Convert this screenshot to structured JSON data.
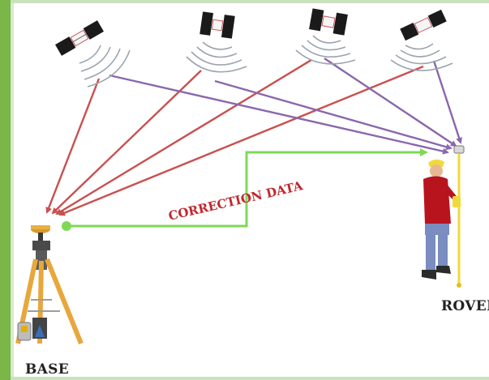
{
  "labels": {
    "base": "BASE",
    "rover": "ROVEF",
    "link": "CORRECTION DATA"
  },
  "colors": {
    "frame": "#7ab648",
    "satellite_to_base": "#c9504f",
    "satellite_to_rover": "#8a67ad",
    "correction_link": "#7ed957",
    "link_text": "#c0272d",
    "tripod": "#e8a73c",
    "rover_shirt": "#b8141e",
    "rover_pants": "#7a8cc0",
    "rover_pole": "#f2d93a"
  },
  "icons": [
    "satellite-icon",
    "signal-wave-icon",
    "tripod-icon",
    "gnss-antenna-icon",
    "surveyor-icon",
    "survey-pole-icon"
  ],
  "satellites": [
    {
      "id": "sat-1"
    },
    {
      "id": "sat-2"
    },
    {
      "id": "sat-3"
    },
    {
      "id": "sat-4"
    }
  ]
}
